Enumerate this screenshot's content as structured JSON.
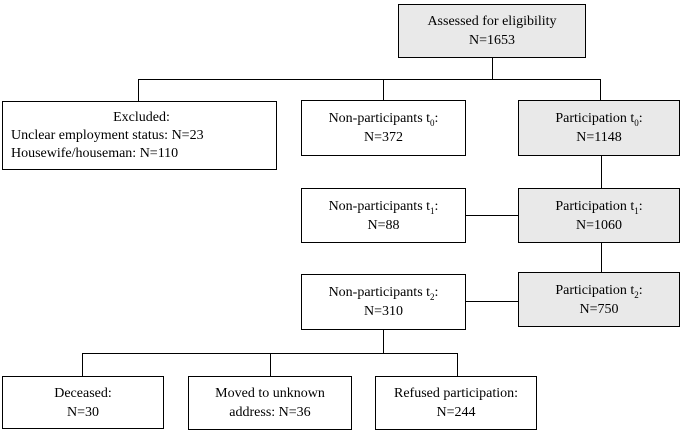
{
  "colors": {
    "box_fill_gray": "#e9e9e9",
    "box_fill_white": "#ffffff",
    "line_color": "#000000"
  },
  "boxes": {
    "assessed": {
      "line1": "Assessed for eligibility",
      "line2": "N=1653"
    },
    "excluded": {
      "title": "Excluded:",
      "line2": "Unclear employment status: N=23",
      "line3": "Housewife/houseman: N=110"
    },
    "nonpart_t0": {
      "pre": "Non-participants t",
      "sub": "0",
      "post": ":",
      "n": "N=372"
    },
    "part_t0": {
      "pre": "Participation t",
      "sub": "0",
      "post": ":",
      "n": "N=1148"
    },
    "nonpart_t1": {
      "pre": "Non-participants t",
      "sub": "1",
      "post": ":",
      "n": "N=88"
    },
    "part_t1": {
      "pre": "Participation t",
      "sub": "1",
      "post": ":",
      "n": "N=1060"
    },
    "nonpart_t2": {
      "pre": "Non-participants t",
      "sub": "2",
      "post": ":",
      "n": "N=310"
    },
    "part_t2": {
      "pre": "Participation t",
      "sub": "2",
      "post": ":",
      "n": "N=750"
    },
    "deceased": {
      "line1": "Deceased:",
      "line2": "N=30"
    },
    "moved": {
      "line1": "Moved to unknown",
      "line2": "address: N=36"
    },
    "refused": {
      "line1": "Refused participation:",
      "line2": "N=244"
    }
  }
}
